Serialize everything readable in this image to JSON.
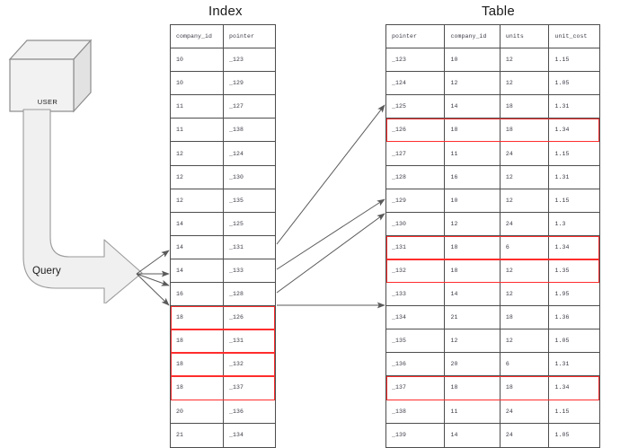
{
  "diagram": {
    "user_box": {
      "label": "USER",
      "icon": "cube-3d"
    },
    "query_arrow": {
      "label": "Query",
      "icon": "curved-block-arrow"
    },
    "highlight_color": "#ff2d2d",
    "line_color": "#5a5a5a",
    "shape_fill": "#f0f0f0",
    "shape_stroke": "#999999"
  },
  "index": {
    "title": "Index",
    "columns": [
      "company_id",
      "pointer"
    ],
    "rows": [
      {
        "company_id": "10",
        "pointer": "_123",
        "highlight": false
      },
      {
        "company_id": "10",
        "pointer": "_129",
        "highlight": false
      },
      {
        "company_id": "11",
        "pointer": "_127",
        "highlight": false
      },
      {
        "company_id": "11",
        "pointer": "_138",
        "highlight": false
      },
      {
        "company_id": "12",
        "pointer": "_124",
        "highlight": false
      },
      {
        "company_id": "12",
        "pointer": "_130",
        "highlight": false
      },
      {
        "company_id": "12",
        "pointer": "_135",
        "highlight": false
      },
      {
        "company_id": "14",
        "pointer": "_125",
        "highlight": false
      },
      {
        "company_id": "14",
        "pointer": "_131",
        "highlight": false
      },
      {
        "company_id": "14",
        "pointer": "_133",
        "highlight": false
      },
      {
        "company_id": "16",
        "pointer": "_128",
        "highlight": false
      },
      {
        "company_id": "18",
        "pointer": "_126",
        "highlight": true
      },
      {
        "company_id": "18",
        "pointer": "_131",
        "highlight": true
      },
      {
        "company_id": "18",
        "pointer": "_132",
        "highlight": true
      },
      {
        "company_id": "18",
        "pointer": "_137",
        "highlight": true
      },
      {
        "company_id": "20",
        "pointer": "_136",
        "highlight": false
      },
      {
        "company_id": "21",
        "pointer": "_134",
        "highlight": false
      }
    ]
  },
  "table": {
    "title": "Table",
    "columns": [
      "pointer",
      "company_id",
      "units",
      "unit_cost"
    ],
    "rows": [
      {
        "pointer": "_123",
        "company_id": "10",
        "units": "12",
        "unit_cost": "1.15",
        "highlight": false
      },
      {
        "pointer": "_124",
        "company_id": "12",
        "units": "12",
        "unit_cost": "1.05",
        "highlight": false
      },
      {
        "pointer": "_125",
        "company_id": "14",
        "units": "18",
        "unit_cost": "1.31",
        "highlight": false
      },
      {
        "pointer": "_126",
        "company_id": "18",
        "units": "18",
        "unit_cost": "1.34",
        "highlight": true
      },
      {
        "pointer": "_127",
        "company_id": "11",
        "units": "24",
        "unit_cost": "1.15",
        "highlight": false
      },
      {
        "pointer": "_128",
        "company_id": "16",
        "units": "12",
        "unit_cost": "1.31",
        "highlight": false
      },
      {
        "pointer": "_129",
        "company_id": "10",
        "units": "12",
        "unit_cost": "1.15",
        "highlight": false
      },
      {
        "pointer": "_130",
        "company_id": "12",
        "units": "24",
        "unit_cost": "1.3",
        "highlight": false
      },
      {
        "pointer": "_131",
        "company_id": "18",
        "units": "6",
        "unit_cost": "1.34",
        "highlight": true
      },
      {
        "pointer": "_132",
        "company_id": "18",
        "units": "12",
        "unit_cost": "1.35",
        "highlight": true
      },
      {
        "pointer": "_133",
        "company_id": "14",
        "units": "12",
        "unit_cost": "1.95",
        "highlight": false
      },
      {
        "pointer": "_134",
        "company_id": "21",
        "units": "18",
        "unit_cost": "1.36",
        "highlight": false
      },
      {
        "pointer": "_135",
        "company_id": "12",
        "units": "12",
        "unit_cost": "1.05",
        "highlight": false
      },
      {
        "pointer": "_136",
        "company_id": "20",
        "units": "6",
        "unit_cost": "1.31",
        "highlight": false
      },
      {
        "pointer": "_137",
        "company_id": "18",
        "units": "18",
        "unit_cost": "1.34",
        "highlight": true
      },
      {
        "pointer": "_138",
        "company_id": "11",
        "units": "24",
        "unit_cost": "1.15",
        "highlight": false
      },
      {
        "pointer": "_139",
        "company_id": "14",
        "units": "24",
        "unit_cost": "1.05",
        "highlight": false
      }
    ]
  }
}
